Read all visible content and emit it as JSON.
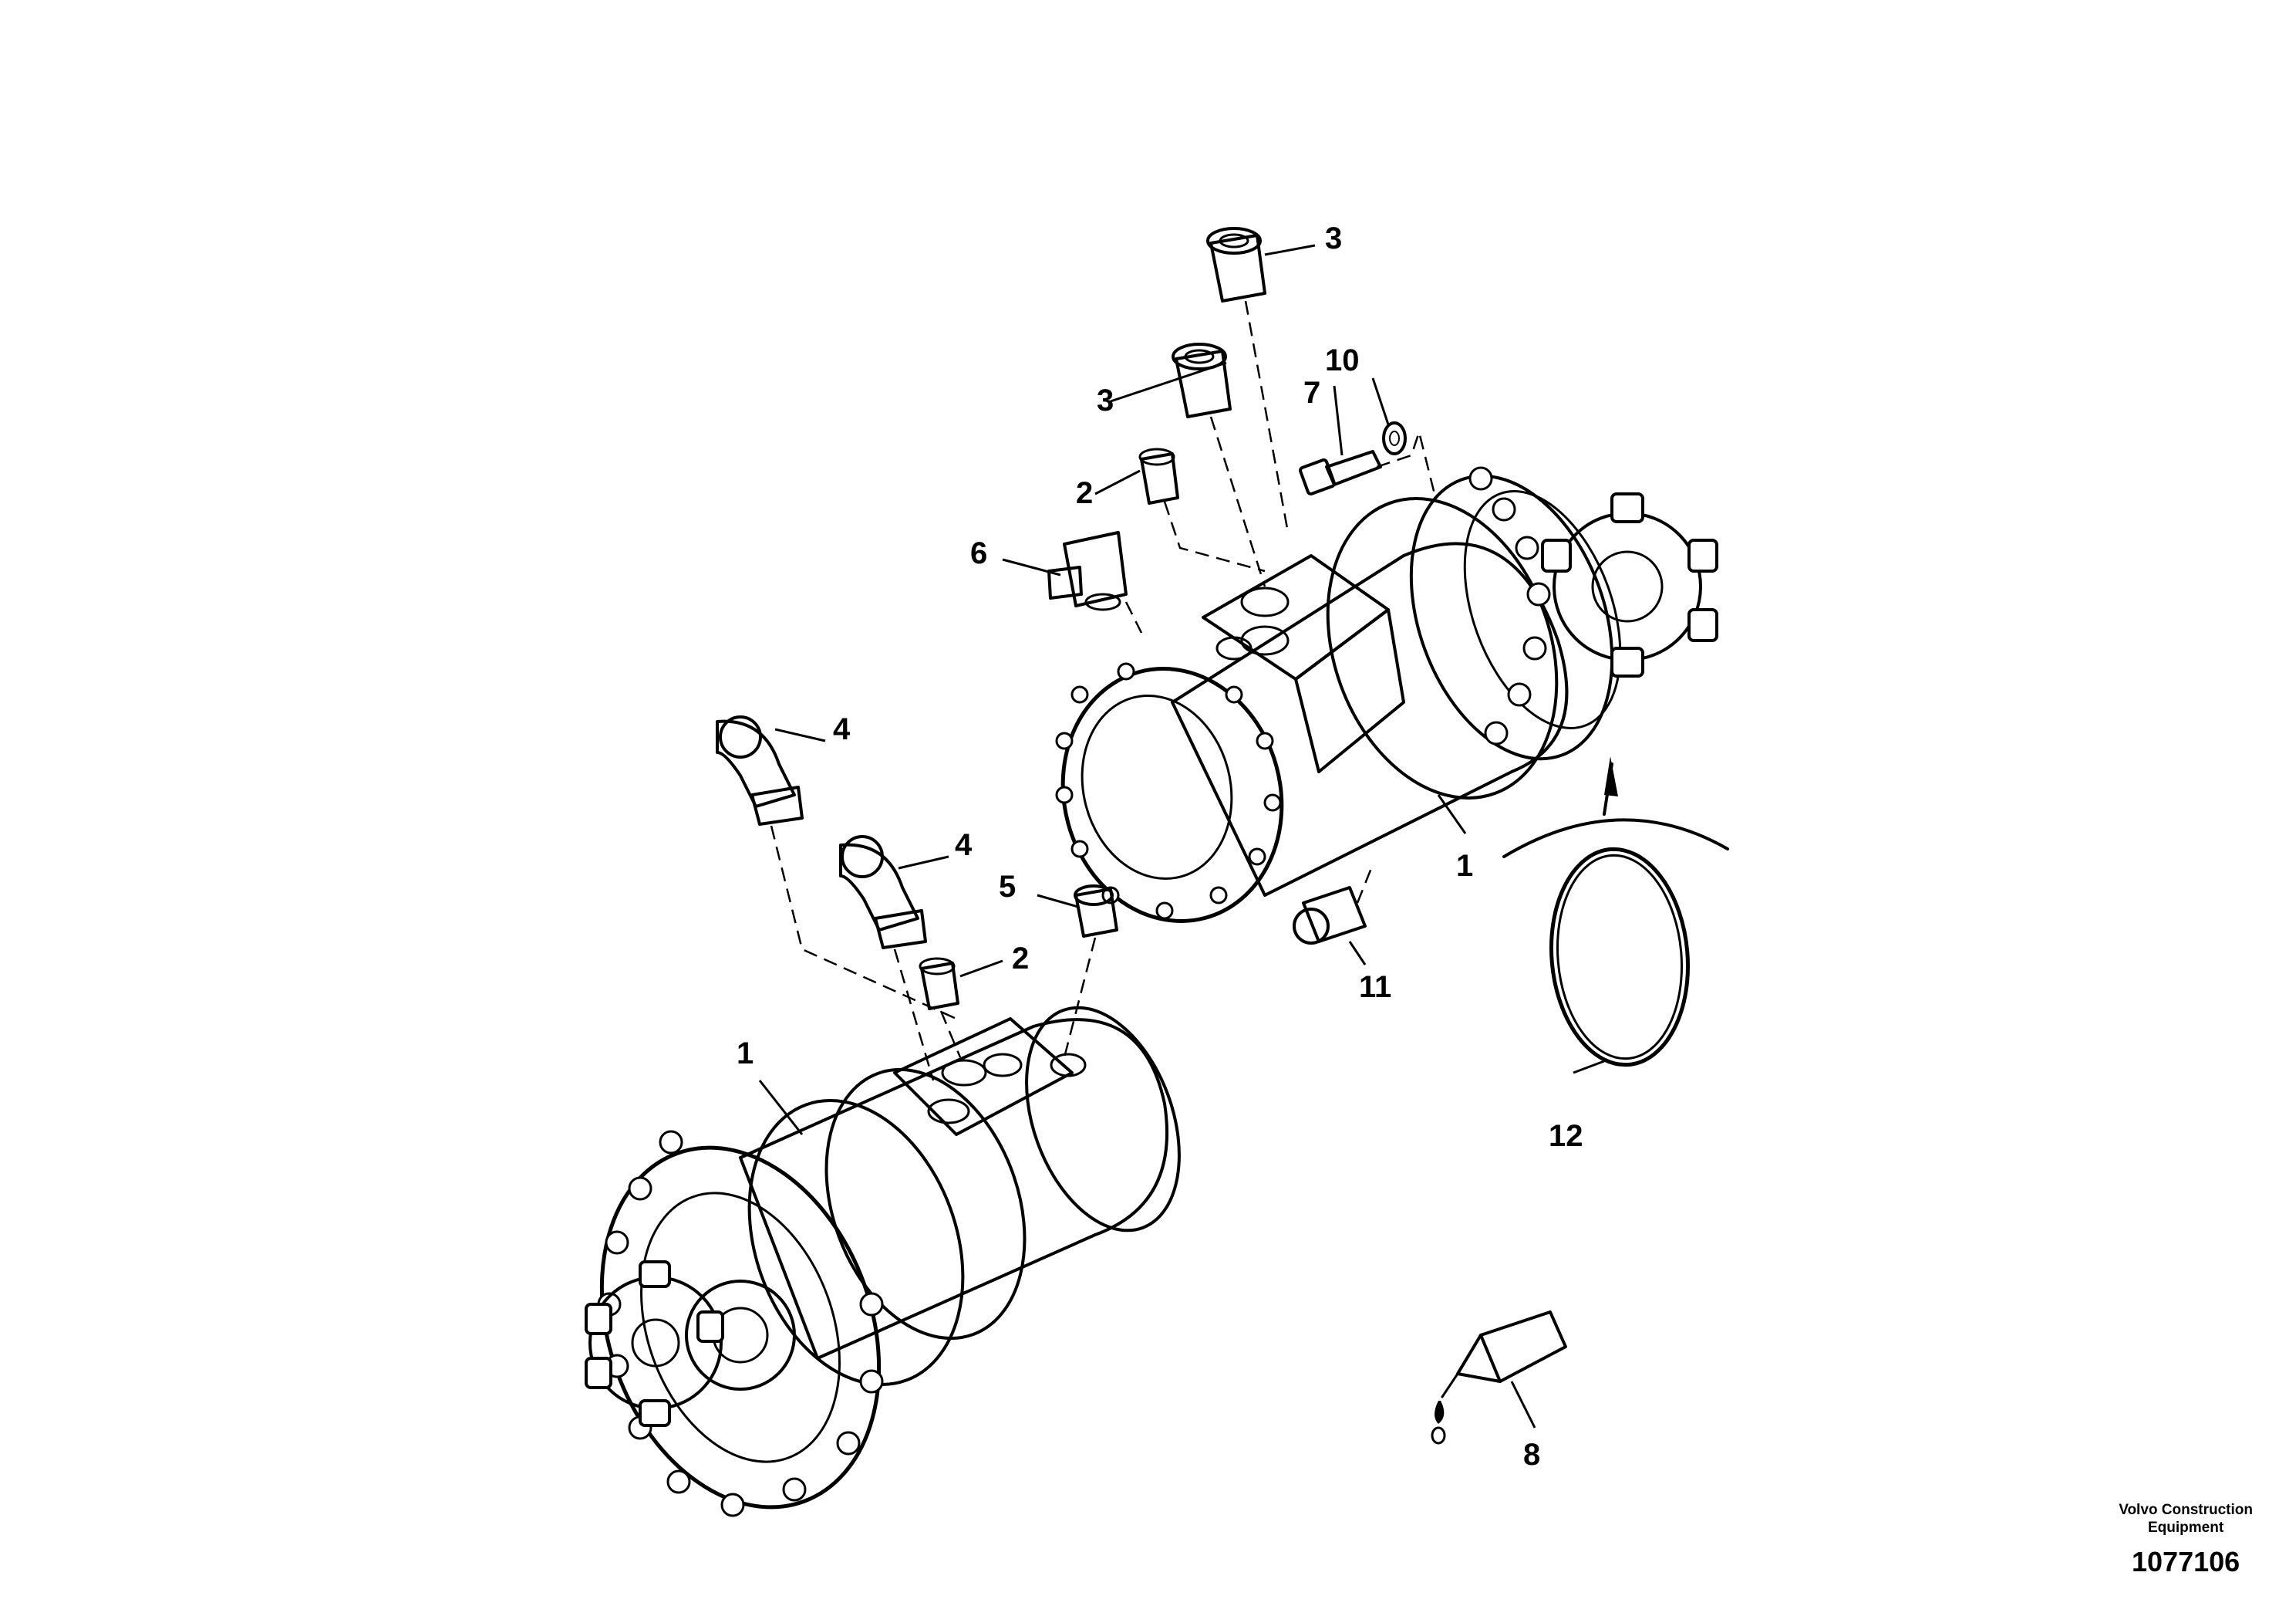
{
  "callouts": [
    {
      "id": "c3a",
      "label": "3"
    },
    {
      "id": "c3b",
      "label": "3"
    },
    {
      "id": "c10",
      "label": "10"
    },
    {
      "id": "c7",
      "label": "7"
    },
    {
      "id": "c2a",
      "label": "2"
    },
    {
      "id": "c6",
      "label": "6"
    },
    {
      "id": "c4a",
      "label": "4"
    },
    {
      "id": "c4b",
      "label": "4"
    },
    {
      "id": "c5",
      "label": "5"
    },
    {
      "id": "c2b",
      "label": "2"
    },
    {
      "id": "c1a",
      "label": "1"
    },
    {
      "id": "c1b",
      "label": "1"
    },
    {
      "id": "c11",
      "label": "11"
    },
    {
      "id": "c12",
      "label": "12"
    },
    {
      "id": "c8",
      "label": "8"
    }
  ],
  "footer": {
    "brand_line1": "Volvo Construction",
    "brand_line2": "Equipment",
    "drawing_number": "1077106"
  }
}
